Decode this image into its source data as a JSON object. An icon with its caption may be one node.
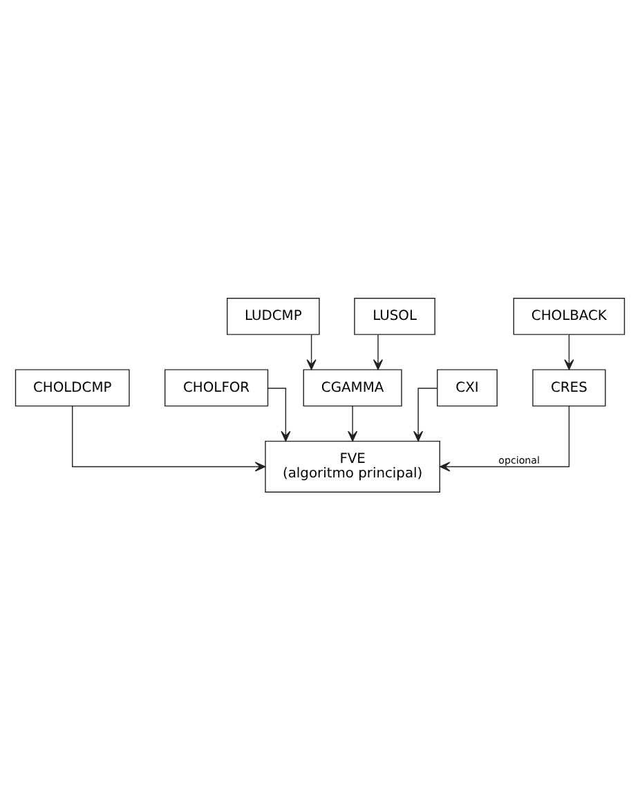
{
  "diagram": {
    "nodes": [
      {
        "text": [
          "CHOLDCMP"
        ]
      },
      {
        "text": [
          "LUDCMP"
        ]
      },
      {
        "text": [
          "CHOLFOR"
        ]
      },
      {
        "text": [
          "LUSOL"
        ]
      },
      {
        "text": [
          "CHOLBACK"
        ]
      },
      {
        "text": [
          "CGAMMA"
        ]
      },
      {
        "text": [
          "CXI"
        ]
      },
      {
        "text": [
          "CRES"
        ]
      },
      {
        "text": [
          "FVE",
          "(algoritmo principal)"
        ]
      }
    ],
    "edges": [
      {
        "from": 1,
        "to": 5,
        "arrow": "to"
      },
      {
        "from": 3,
        "to": 5,
        "arrow": "to"
      },
      {
        "from": 5,
        "to": 8,
        "arrow": "to"
      },
      {
        "from": 6,
        "to": 8,
        "arrow": "to"
      },
      {
        "from": 7,
        "to": 8,
        "arrow": "to",
        "label": "opcional"
      },
      {
        "from": 4,
        "to": 7,
        "arrow": "to"
      },
      {
        "from": 2,
        "to": 8,
        "arrow": "to"
      },
      {
        "from": 0,
        "to": 8,
        "arrow": "to"
      }
    ]
  }
}
